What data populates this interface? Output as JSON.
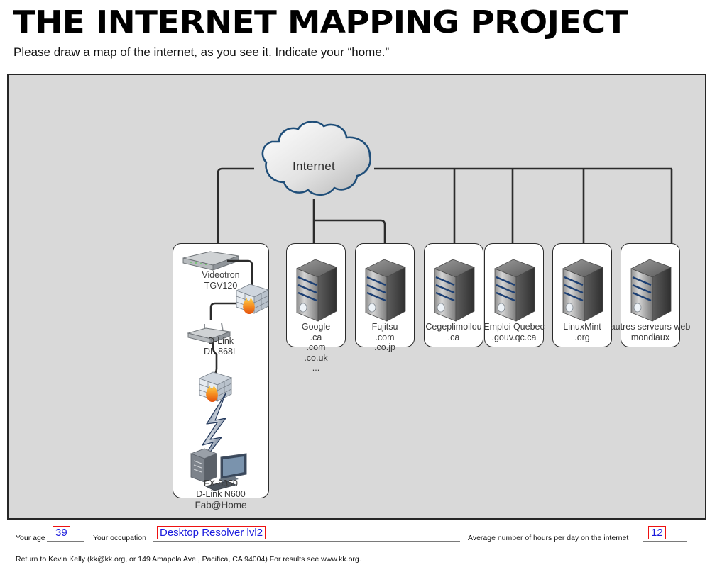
{
  "header": {
    "title": "THE INTERNET MAPPING PROJECT",
    "subtitle": "Please draw a map of the internet, as you see it. Indicate your “home.”"
  },
  "diagram": {
    "cloud_label": "Internet",
    "home_group_label": "Fab@Home",
    "home_devices": [
      {
        "name": "modem",
        "icon": "modem-icon",
        "label": "Videotron\nTGV120",
        "line1": "Videotron",
        "line2": "TGV120"
      },
      {
        "name": "firewall-upper",
        "icon": "firewall-icon",
        "label": ""
      },
      {
        "name": "router",
        "icon": "wifi-router-icon",
        "label": "D-Link\nDL-868L",
        "line1": "D-Link",
        "line2": "DL-868L"
      },
      {
        "name": "firewall-lower",
        "icon": "firewall-icon",
        "label": ""
      },
      {
        "name": "wireless-link",
        "icon": "lightning-bolt-icon",
        "label": ""
      },
      {
        "name": "workstation",
        "icon": "desktop-computer-icon",
        "label": "FX-8350\nD-Link N600",
        "line1": "FX-8350",
        "line2": "D-Link N600"
      }
    ],
    "servers": [
      {
        "icon": "server-icon",
        "lines": [
          "Google",
          ".ca",
          ".com",
          ".co.uk",
          "..."
        ]
      },
      {
        "icon": "server-icon",
        "lines": [
          "Fujitsu",
          ".com",
          ".co.jp"
        ]
      },
      {
        "icon": "server-icon",
        "lines": [
          "Cegeplimoilou",
          ".ca"
        ]
      },
      {
        "icon": "server-icon",
        "lines": [
          "Emploi Quebec",
          ".gouv.qc.ca"
        ]
      },
      {
        "icon": "server-icon",
        "lines": [
          "LinuxMint",
          ".org"
        ]
      },
      {
        "icon": "server-icon",
        "lines": [
          "autres serveurs web",
          "mondiaux"
        ]
      }
    ]
  },
  "footer": {
    "age_label": "Your age",
    "age_value": "39",
    "occupation_label": "Your occupation",
    "occupation_value": "Desktop Resolver lvl2",
    "hours_label": "Average number of hours per day on the internet",
    "hours_value": "12",
    "return_note": "Return to Kevin Kelly (kk@kk.org,  or  149 Amapola Ave., Pacifica, CA 94004) For results see www.kk.org."
  },
  "colors": {
    "canvas_bg": "#d9d9d9",
    "cloud_outline": "#1f4e79",
    "entry_box_border": "#ee1111",
    "entry_text": "#1919dd",
    "wire": "#2b2b2b"
  }
}
